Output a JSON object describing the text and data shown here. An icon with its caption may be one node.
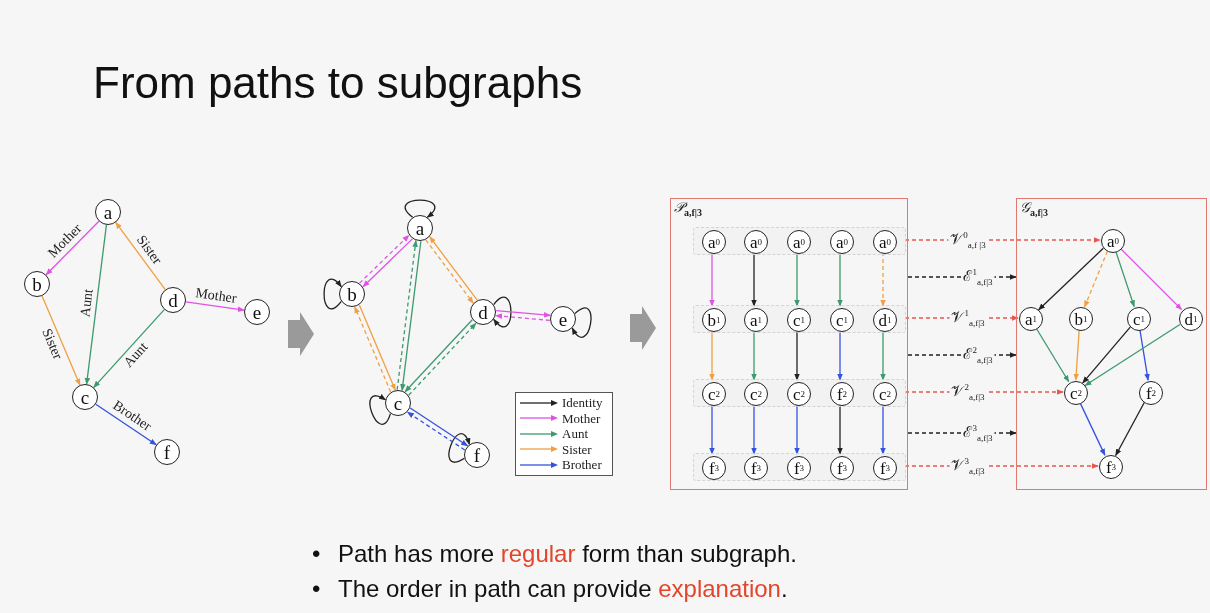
{
  "diagram": {
    "title": "From paths to subgraphs",
    "nodes": [
      {
        "text": [
          "a"
        ]
      },
      {
        "text": [
          "b"
        ]
      },
      {
        "text": [
          "c"
        ]
      },
      {
        "text": [
          "d"
        ]
      },
      {
        "text": [
          "e"
        ]
      },
      {
        "text": [
          "f"
        ]
      },
      {
        "text": [
          "a"
        ]
      },
      {
        "text": [
          "b"
        ]
      },
      {
        "text": [
          "c"
        ]
      },
      {
        "text": [
          "d"
        ]
      },
      {
        "text": [
          "e"
        ]
      },
      {
        "text": [
          "f"
        ]
      },
      {
        "text": [
          "𝒫$_{a,f|3}$"
        ]
      },
      {
        "text": [],
        "shape": "band",
        "in": 12
      },
      {
        "text": [
          "a$^{0}$"
        ],
        "in": 13
      },
      {
        "text": [
          "a$^{0}$"
        ],
        "in": 13
      },
      {
        "text": [
          "a$^{0}$"
        ],
        "in": 13
      },
      {
        "text": [
          "a$^{0}$"
        ],
        "in": 13
      },
      {
        "text": [
          "a$^{0}$"
        ],
        "in": 13
      },
      {
        "text": [],
        "shape": "band",
        "in": 12
      },
      {
        "text": [
          "b$^{1}$"
        ],
        "in": 19
      },
      {
        "text": [
          "a$^{1}$"
        ],
        "in": 19
      },
      {
        "text": [
          "c$^{1}$"
        ],
        "in": 19
      },
      {
        "text": [
          "c$^{1}$"
        ],
        "in": 19
      },
      {
        "text": [
          "d$^{1}$"
        ],
        "in": 19
      },
      {
        "text": [],
        "shape": "band",
        "in": 12
      },
      {
        "text": [
          "c$^{2}$"
        ],
        "in": 25
      },
      {
        "text": [
          "c$^{2}$"
        ],
        "in": 25
      },
      {
        "text": [
          "c$^{2}$"
        ],
        "in": 25
      },
      {
        "text": [
          "f$^{2}$"
        ],
        "in": 25
      },
      {
        "text": [
          "c$^{2}$"
        ],
        "in": 25
      },
      {
        "text": [],
        "shape": "band",
        "in": 12
      },
      {
        "text": [
          "f$^{3}$"
        ],
        "in": 31
      },
      {
        "text": [
          "f$^{3}$"
        ],
        "in": 31
      },
      {
        "text": [
          "f$^{3}$"
        ],
        "in": 31
      },
      {
        "text": [
          "f$^{3}$"
        ],
        "in": 31
      },
      {
        "text": [
          "f$^{3}$"
        ],
        "in": 31
      },
      {
        "text": [
          "𝒢$_{a,f|3}$"
        ]
      },
      {
        "text": [
          "a$^{0}$"
        ],
        "in": 37
      },
      {
        "text": [
          "a$^{1}$"
        ],
        "in": 37
      },
      {
        "text": [
          "b$^{1}$"
        ],
        "in": 37
      },
      {
        "text": [
          "c$^{1}$"
        ],
        "in": 37
      },
      {
        "text": [
          "d$^{1}$"
        ],
        "in": 37
      },
      {
        "text": [
          "c$^{2}$"
        ],
        "in": 37
      },
      {
        "text": [
          "f$^{2}$"
        ],
        "in": 37
      },
      {
        "text": [
          "f$^{3}$"
        ],
        "in": 37
      }
    ],
    "edges": [
      {
        "from": 0,
        "to": 1,
        "arrow": "to",
        "label": "Mother",
        "color": "#e052e6"
      },
      {
        "from": 3,
        "to": 0,
        "arrow": "to",
        "label": "Sister",
        "color": "#f0a040"
      },
      {
        "from": 0,
        "to": 2,
        "arrow": "to",
        "label": "Aunt",
        "color": "#3d9a6e"
      },
      {
        "from": 1,
        "to": 2,
        "arrow": "to",
        "label": "Sister",
        "color": "#f0a040"
      },
      {
        "from": 3,
        "to": 2,
        "arrow": "to",
        "label": "Aunt",
        "color": "#3d9a6e"
      },
      {
        "from": 3,
        "to": 4,
        "arrow": "to",
        "label": "Mother",
        "color": "#e052e6"
      },
      {
        "from": 2,
        "to": 5,
        "arrow": "to",
        "label": "Brother",
        "color": "#3352e0"
      },
      {
        "from": 6,
        "to": 6,
        "arrow": "to"
      },
      {
        "from": 7,
        "to": 7,
        "arrow": "to"
      },
      {
        "from": 8,
        "to": 8,
        "arrow": "to"
      },
      {
        "from": 9,
        "to": 9,
        "arrow": "to"
      },
      {
        "from": 10,
        "to": 10,
        "arrow": "to"
      },
      {
        "from": 11,
        "to": 11,
        "arrow": "to"
      },
      {
        "from": 6,
        "to": 7,
        "arrow": "to",
        "color": "#e052e6"
      },
      {
        "from": 7,
        "to": 6,
        "arrow": "to",
        "style": "dashed",
        "color": "#e052e6"
      },
      {
        "from": 9,
        "to": 6,
        "arrow": "to",
        "color": "#f0a040"
      },
      {
        "from": 6,
        "to": 9,
        "arrow": "to",
        "style": "dashed",
        "color": "#f0a040"
      },
      {
        "from": 6,
        "to": 8,
        "arrow": "to",
        "color": "#3d9a6e"
      },
      {
        "from": 8,
        "to": 6,
        "arrow": "to",
        "style": "dashed",
        "color": "#3d9a6e"
      },
      {
        "from": 7,
        "to": 8,
        "arrow": "to",
        "color": "#f0a040"
      },
      {
        "from": 8,
        "to": 7,
        "arrow": "to",
        "style": "dashed",
        "color": "#f0a040"
      },
      {
        "from": 9,
        "to": 8,
        "arrow": "to",
        "color": "#3d9a6e"
      },
      {
        "from": 8,
        "to": 9,
        "arrow": "to",
        "style": "dashed",
        "color": "#3d9a6e"
      },
      {
        "from": 9,
        "to": 10,
        "arrow": "to",
        "color": "#e052e6"
      },
      {
        "from": 10,
        "to": 9,
        "arrow": "to",
        "style": "dashed",
        "color": "#e052e6"
      },
      {
        "from": 8,
        "to": 11,
        "arrow": "to",
        "color": "#3352e0"
      },
      {
        "from": 11,
        "to": 8,
        "arrow": "to",
        "style": "dashed",
        "color": "#3352e0"
      },
      {
        "from": 14,
        "to": 20,
        "arrow": "to",
        "color": "#e052e6"
      },
      {
        "from": 20,
        "to": 26,
        "arrow": "to",
        "color": "#f0a040"
      },
      {
        "from": 26,
        "to": 32,
        "arrow": "to",
        "color": "#3352e0"
      },
      {
        "from": 15,
        "to": 21,
        "arrow": "to"
      },
      {
        "from": 21,
        "to": 27,
        "arrow": "to",
        "color": "#3d9a6e"
      },
      {
        "from": 27,
        "to": 33,
        "arrow": "to",
        "color": "#3352e0"
      },
      {
        "from": 16,
        "to": 22,
        "arrow": "to",
        "color": "#3d9a6e"
      },
      {
        "from": 22,
        "to": 28,
        "arrow": "to"
      },
      {
        "from": 28,
        "to": 34,
        "arrow": "to",
        "color": "#3352e0"
      },
      {
        "from": 17,
        "to": 23,
        "arrow": "to",
        "color": "#3d9a6e"
      },
      {
        "from": 23,
        "to": 29,
        "arrow": "to",
        "color": "#3352e0"
      },
      {
        "from": 29,
        "to": 35,
        "arrow": "to"
      },
      {
        "from": 18,
        "to": 24,
        "arrow": "to",
        "style": "dashed",
        "color": "#f0a040"
      },
      {
        "from": 24,
        "to": 30,
        "arrow": "to",
        "color": "#3d9a6e"
      },
      {
        "from": 30,
        "to": 36,
        "arrow": "to",
        "color": "#3352e0"
      },
      {
        "from": 38,
        "to": 39,
        "arrow": "to"
      },
      {
        "from": 38,
        "to": 40,
        "arrow": "to",
        "style": "dashed",
        "color": "#f0a040"
      },
      {
        "from": 38,
        "to": 41,
        "arrow": "to",
        "color": "#3d9a6e"
      },
      {
        "from": 38,
        "to": 42,
        "arrow": "to",
        "color": "#e052e6"
      },
      {
        "from": 39,
        "to": 43,
        "arrow": "to",
        "color": "#3d9a6e"
      },
      {
        "from": 40,
        "to": 43,
        "arrow": "to",
        "color": "#f0a040"
      },
      {
        "from": 41,
        "to": 43,
        "arrow": "to"
      },
      {
        "from": 41,
        "to": 44,
        "arrow": "to",
        "color": "#3352e0"
      },
      {
        "from": 42,
        "to": 43,
        "arrow": "to",
        "color": "#3d9a6e"
      },
      {
        "from": 43,
        "to": 45,
        "arrow": "to",
        "color": "#3352e0"
      },
      {
        "from": 44,
        "to": 45,
        "arrow": "to"
      },
      {
        "from": 13,
        "to": 38,
        "arrow": "to",
        "style": "dashed",
        "color": "#e8574f",
        "label": "𝒱$^{0}$$_{a,f |3}$"
      },
      {
        "from": 19,
        "to": 39,
        "arrow": "to",
        "style": "dashed",
        "color": "#e8574f",
        "label": "𝒱$^{1}$$_{a,f|3}$"
      },
      {
        "from": 25,
        "to": 43,
        "arrow": "to",
        "style": "dashed",
        "color": "#e8574f",
        "label": "𝒱$^{2}$$_{a,f|3}$"
      },
      {
        "from": 31,
        "to": 45,
        "arrow": "to",
        "style": "dashed",
        "color": "#e8574f",
        "label": "𝒱$^{3}$$_{a,f|3}$"
      },
      {
        "from": 12,
        "to": 37,
        "arrow": "to",
        "style": "dashed",
        "label": "ℰ$^{1}$$_{a,f|3}$"
      },
      {
        "from": 12,
        "to": 37,
        "arrow": "to",
        "style": "dashed",
        "label": "ℰ$^{2}$$_{a,f|3}$"
      },
      {
        "from": 12,
        "to": 37,
        "arrow": "to",
        "style": "dashed",
        "label": "ℰ$^{3}$$_{a,f|3}$"
      }
    ],
    "labels": [
      "•",
      "Path has more **regular** form than subgraph.",
      "•",
      "The order in path can provide **explanation**."
    ],
    "legend": [
      {
        "text": "Identity"
      },
      {
        "text": "Mother"
      },
      {
        "text": "Aunt"
      },
      {
        "text": "Sister"
      },
      {
        "text": "Brother"
      }
    ]
  }
}
